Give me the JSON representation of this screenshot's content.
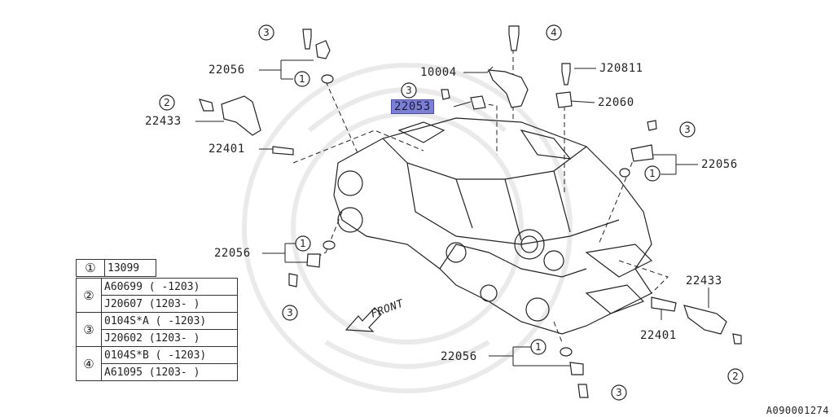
{
  "callouts": {
    "c1": "22056",
    "c2": "10004",
    "c3": "J20811",
    "c4": "22053",
    "c5": "22060",
    "c6": "22433",
    "c7": "22401",
    "c8": "22056",
    "c9": "22056",
    "c10": "22433",
    "c11": "22401",
    "c12": "22056",
    "front": "FRONT"
  },
  "markers": {
    "one": "1",
    "two": "2",
    "three": "3",
    "four": "4"
  },
  "legend": {
    "r1": {
      "num": "1",
      "code": "13099"
    },
    "r2a": {
      "num": "2",
      "code": "A60699 ( -1203)"
    },
    "r2b": {
      "code": "J20607 (1203- )"
    },
    "r3a": {
      "num": "3",
      "code": "0104S*A ( -1203)"
    },
    "r3b": {
      "code": "J20602 (1203- )"
    },
    "r4a": {
      "num": "4",
      "code": "0104S*B ( -1203)"
    },
    "r4b": {
      "code": "A61095 (1203- )"
    }
  },
  "reference": "A090001274",
  "colors": {
    "highlight": "#7c7fd6",
    "line": "#222222"
  }
}
